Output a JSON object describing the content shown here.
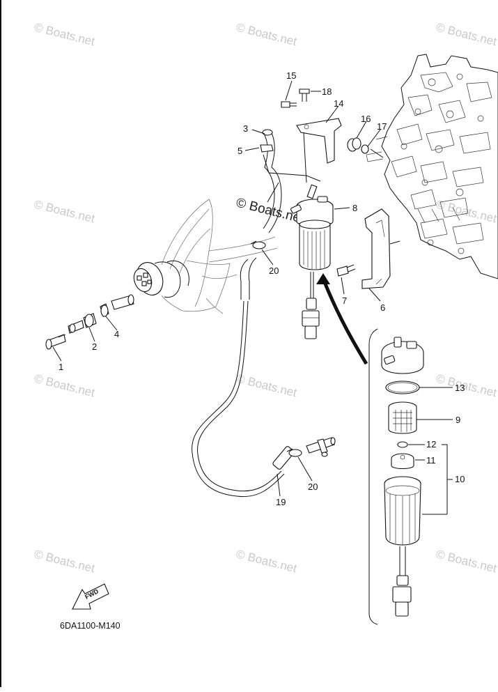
{
  "watermark": {
    "text": "© Boats.net"
  },
  "diagram_code": "6DA1100-M140",
  "fwd_label": "FWD",
  "callouts": {
    "c1": "1",
    "c2": "2",
    "c3": "3",
    "c4": "4",
    "c5": "5",
    "c6": "6",
    "c7": "7",
    "c8": "8",
    "c9": "9",
    "c10": "10",
    "c11": "11",
    "c12": "12",
    "c13": "13",
    "c14": "14",
    "c15": "15",
    "c16": "16",
    "c17": "17",
    "c18": "18",
    "c19": "19",
    "c20a": "20",
    "c20b": "20"
  },
  "colors": {
    "line": "#111111",
    "watermark": "#c9c9c9"
  }
}
